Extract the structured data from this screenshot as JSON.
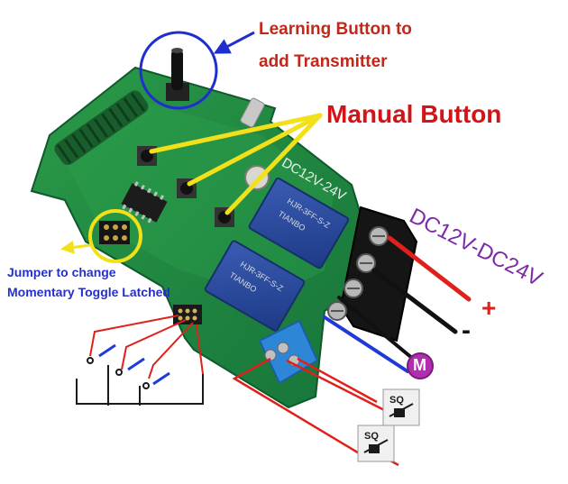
{
  "labels": {
    "learning_line1": "Learning Button to",
    "learning_line2": "add Transmitter",
    "manual": "Manual Button",
    "jumper_line1": "Jumper to change",
    "jumper_line2": "Momentary Toggle Latched",
    "voltage": "DC12V-DC24V",
    "plus": "+",
    "minus": "-",
    "motor": "M",
    "limit_switch_1": "SQ",
    "limit_switch_2": "SQ"
  },
  "board_silkscreen": {
    "voltage": "DC12V-24V",
    "relay_brand": "TIANBO",
    "relay_model": "HJR-3FF-S-Z"
  },
  "colors": {
    "pcb_green": "#1f8a3c",
    "label_red": "#c0281c",
    "manual_red": "#d01418",
    "pointer_yellow": "#f2e11a",
    "callout_blue": "#1f2fcf",
    "voltage_purple": "#7d2aa6",
    "wire_red": "#e0201c",
    "wire_black": "#111111",
    "wire_blue": "#1f3ad8",
    "motor_purple": "#b02fb0",
    "relay_blue": "#2a4aa0",
    "terminal_blue": "#2e86d6"
  }
}
